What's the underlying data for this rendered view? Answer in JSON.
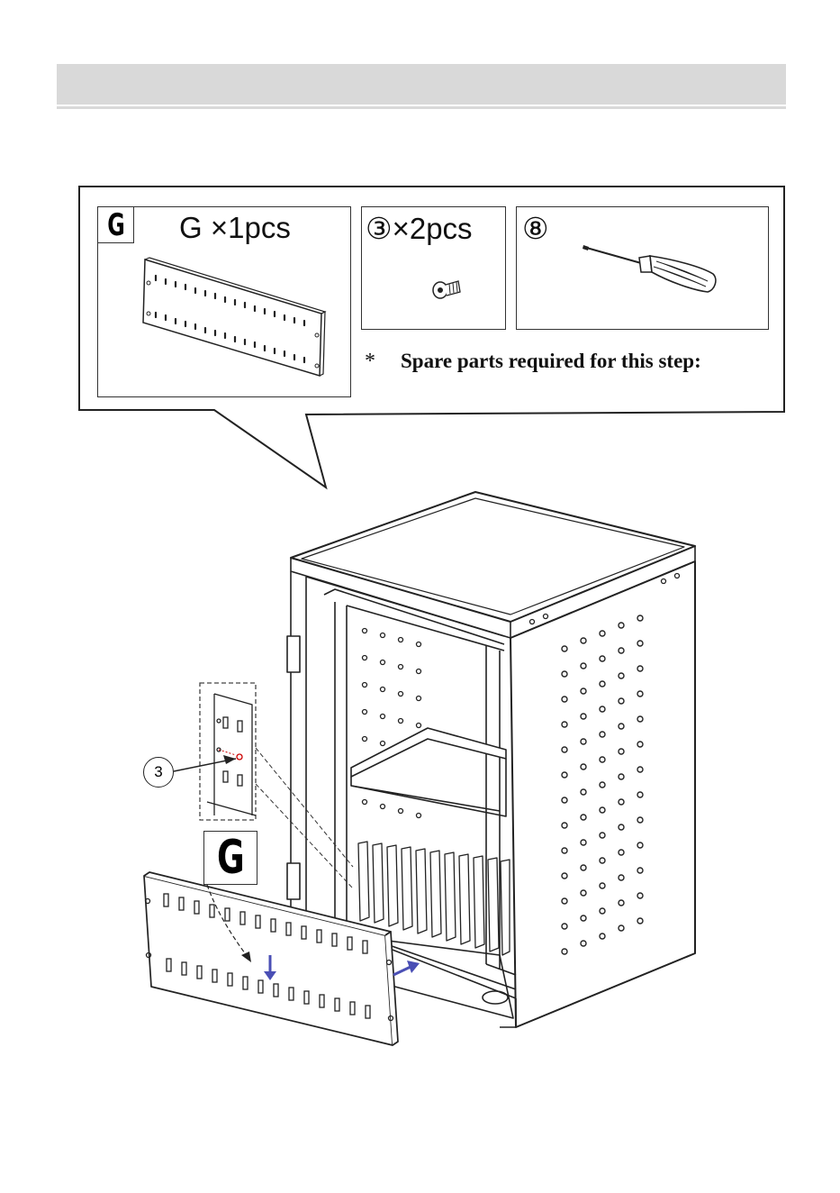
{
  "parts": {
    "panel": {
      "letter": "G",
      "label": "G ×1pcs"
    },
    "screw": {
      "label": "③×2pcs"
    },
    "tool": {
      "label": "⑧"
    },
    "note_marker": "*",
    "note": "Spare parts required for this step:"
  },
  "diagram": {
    "callout_number": "3",
    "panel_letter": "G"
  },
  "colors": {
    "header_bar": "#d9d9d9",
    "arrow": "#4a4fb5"
  }
}
